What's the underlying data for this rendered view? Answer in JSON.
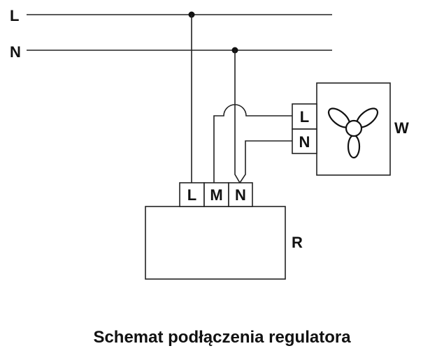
{
  "diagram": {
    "type": "wiring-schematic",
    "bus_lines": [
      {
        "id": "L",
        "label": "L"
      },
      {
        "id": "N",
        "label": "N"
      }
    ],
    "regulator": {
      "label": "R",
      "terminals": [
        "L",
        "M",
        "N"
      ]
    },
    "fan": {
      "label": "W",
      "icon": "fan-icon",
      "terminals": [
        "L",
        "N"
      ]
    },
    "connections": [
      {
        "from": "bus L",
        "to": "regulator L"
      },
      {
        "from": "bus N",
        "to": "regulator N"
      },
      {
        "from": "regulator M",
        "to": "fan L"
      },
      {
        "from": "fan N",
        "to": "regulator N"
      }
    ],
    "colors": {
      "line": "#222222",
      "text": "#111111",
      "background": "#ffffff"
    }
  },
  "caption": "Schemat podłączenia regulatora"
}
